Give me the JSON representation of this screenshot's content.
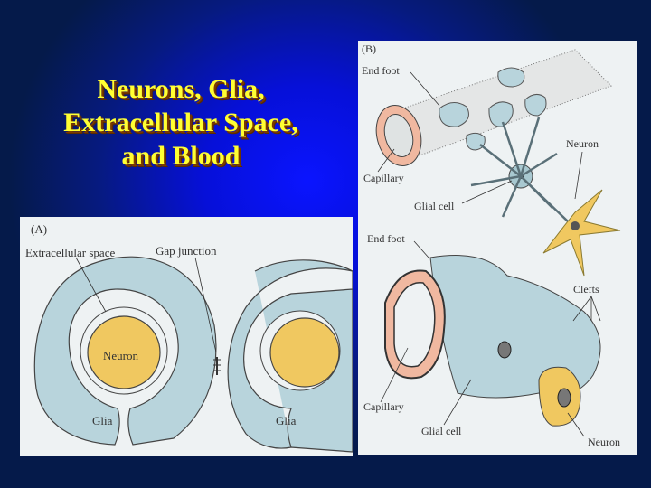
{
  "slide": {
    "title_lines": [
      "Neurons, Glia,",
      "Extracellular Space,",
      "and Blood"
    ],
    "colors": {
      "title_text": "#ffff33",
      "title_shadow": "#7a3a00",
      "background_center": "#0a14ff",
      "background_edge": "#051a4a",
      "glia_fill": "#b8d4dc",
      "neuron_fill": "#f0c860",
      "capillary_fill": "#f0b8a0",
      "panel_bg": "#eef2f3"
    }
  },
  "panel_a": {
    "tag": "(A)",
    "labels": {
      "extracellular_space": "Extracellular space",
      "gap_junction": "Gap junction",
      "neuron": "Neuron",
      "glia_left": "Glia",
      "glia_right": "Glia"
    }
  },
  "panel_b": {
    "tag": "(B)",
    "top": {
      "end_foot": "End foot",
      "capillary": "Capillary",
      "glial_cell": "Glial cell",
      "neuron": "Neuron"
    },
    "bottom": {
      "end_foot": "End foot",
      "clefts": "Clefts",
      "capillary": "Capillary",
      "glial_cell": "Glial cell",
      "neuron": "Neuron"
    }
  }
}
